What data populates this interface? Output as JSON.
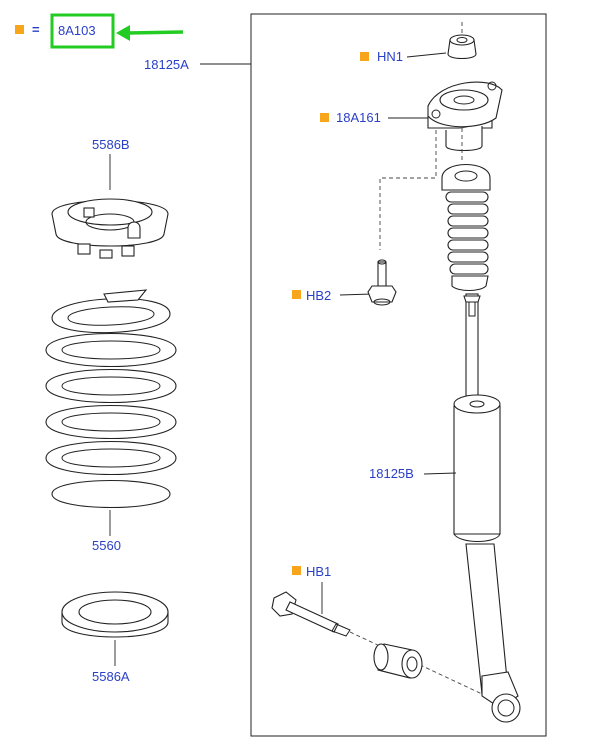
{
  "legend": {
    "equals": "=",
    "code": "8A103",
    "highlight_color": "#22cc22",
    "marker_color": "#f7a51b"
  },
  "label_color": "#2a3fc8",
  "parts": {
    "assembly": "18125A",
    "upper_spring_seat": "5586B",
    "coil_spring": "5560",
    "lower_spring_seat": "5586A",
    "nut": "HN1",
    "top_mount": "18A161",
    "mount_bolt": "HB2",
    "shock_absorber": "18125B",
    "lower_bolt": "HB1"
  }
}
